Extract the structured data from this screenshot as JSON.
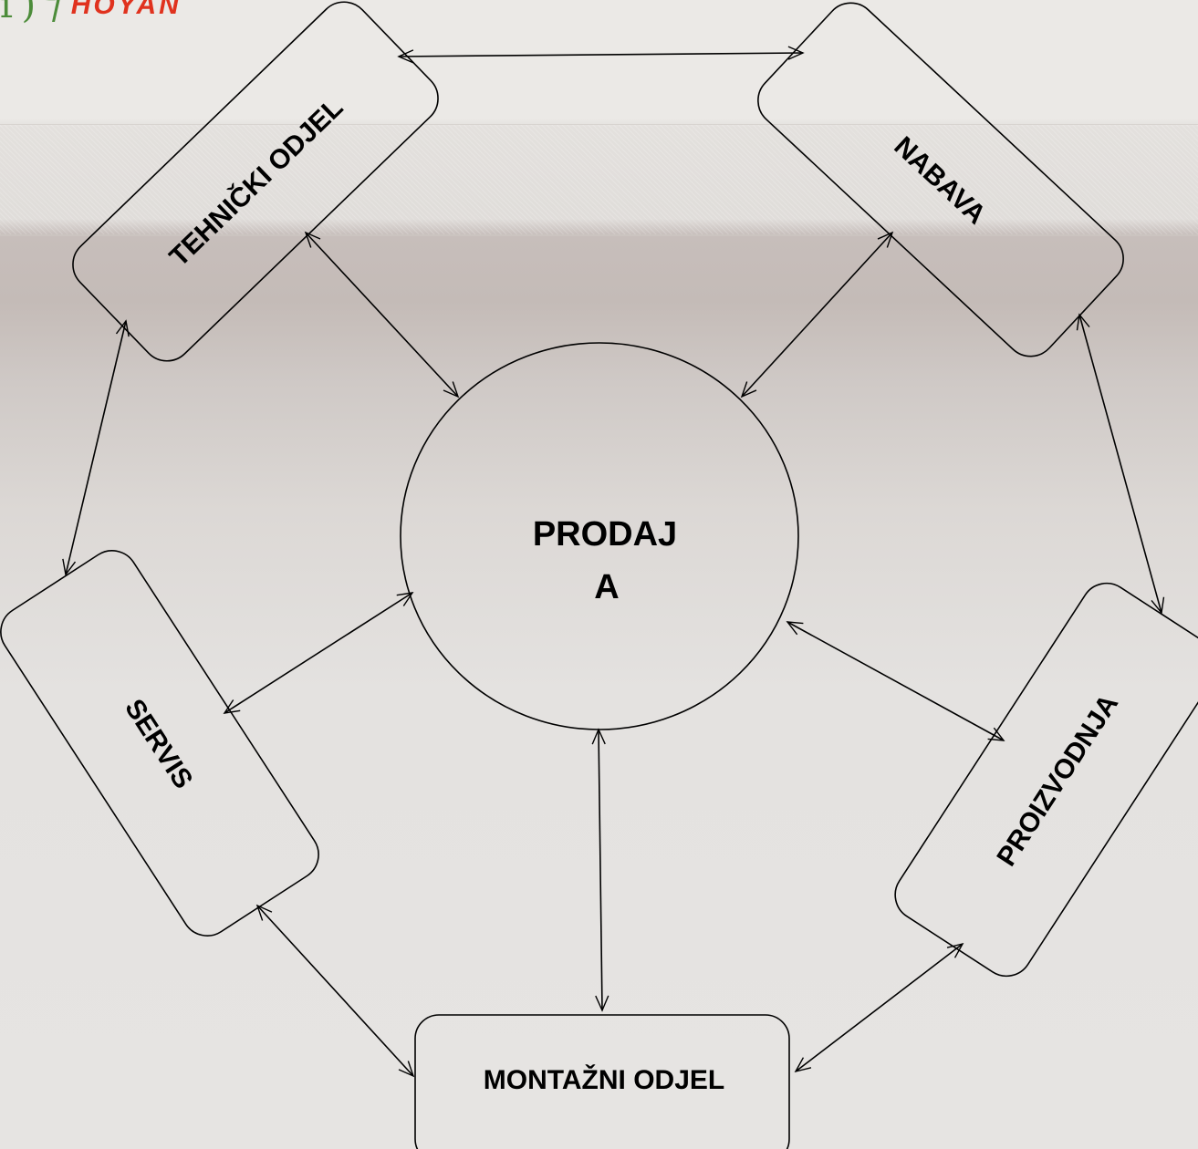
{
  "logo": {
    "text": "HOYAN"
  },
  "center": {
    "line1": "PRODAJ",
    "line2": "A"
  },
  "nodes": {
    "tehnicki": "TEHNIČKI ODJEL",
    "nabava": "NABAVA",
    "servis": "SERVIS",
    "proizvodnja": "PROIZVODNJA",
    "montazni": "MONTAŽNI ODJEL"
  },
  "colors": {
    "logo_mark": "#4c8c3a",
    "logo_text": "#e0321e",
    "stroke": "#000000"
  }
}
